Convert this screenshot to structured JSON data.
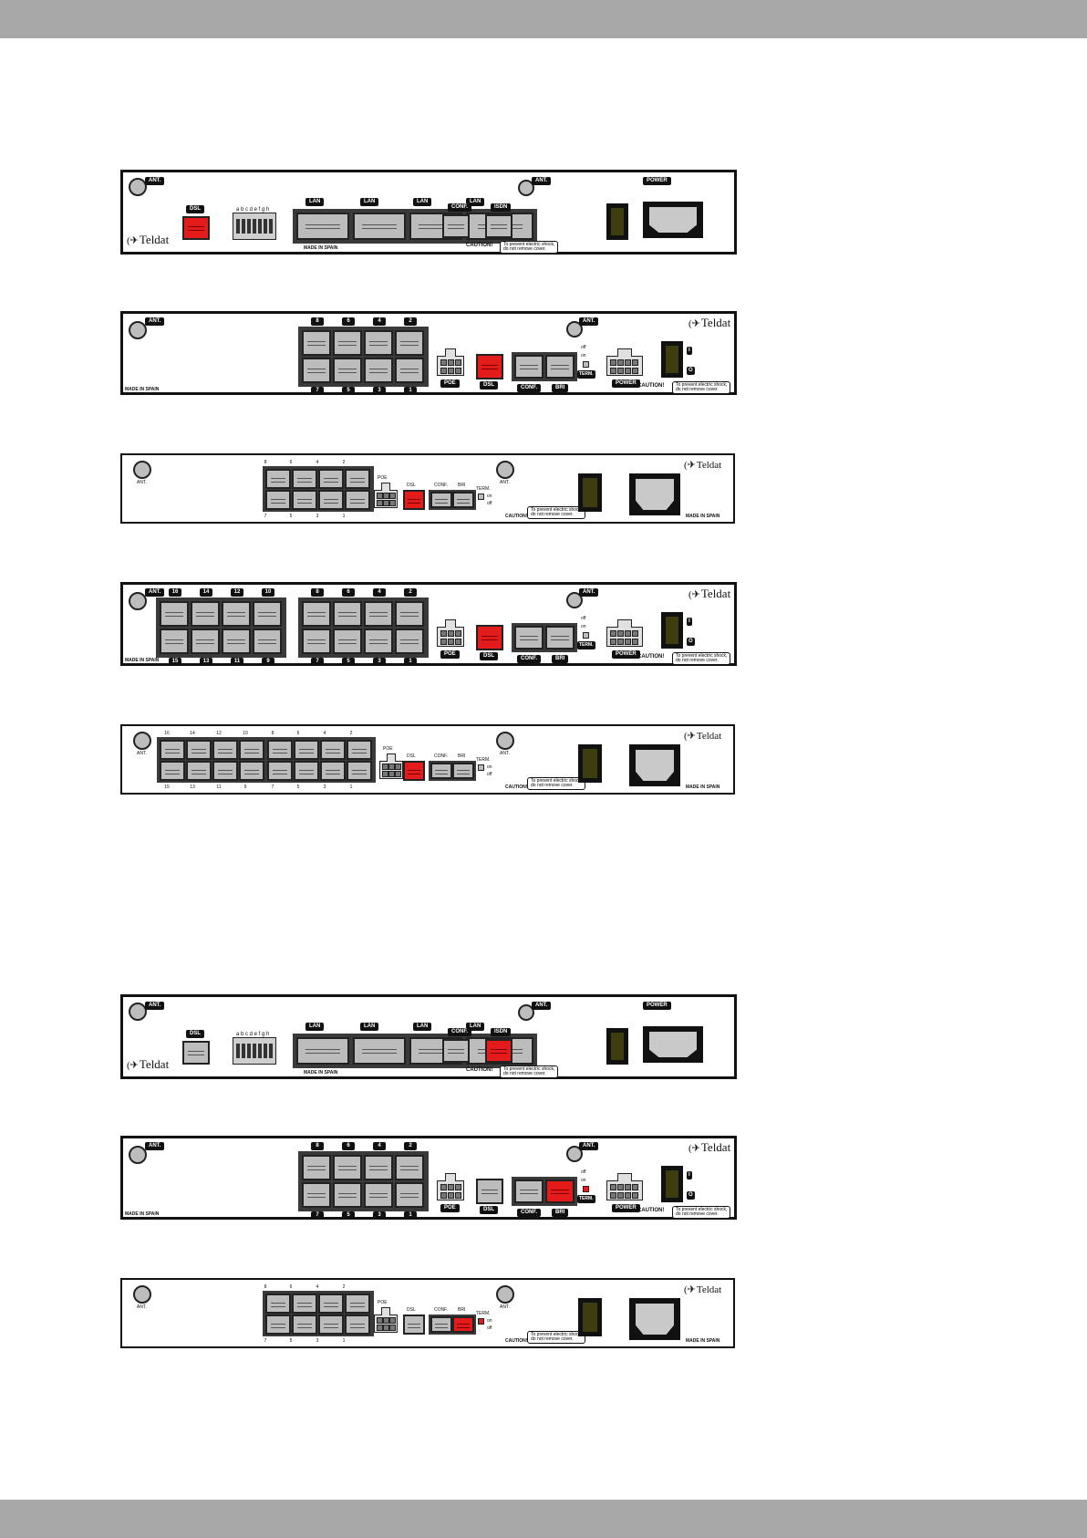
{
  "labels": {
    "ant": "ANT.",
    "dsl": "DSL",
    "conf": "CONF.",
    "isdn": "ISDN",
    "power": "POWER",
    "poe": "POE",
    "bri": "BRI",
    "term": "TERM.",
    "on": "on",
    "off": "off",
    "lan": "LAN",
    "made_in_spain": "MADE IN SPAIN",
    "caution": "CAUTION!",
    "caution_text_1": "To prevent electric shock,",
    "caution_text_2": "do not remove cover.",
    "dip_letters": "a b c d e f g h",
    "brand": "Teldat",
    "switch_on": "I",
    "switch_off": "O"
  },
  "port_numbers": {
    "top8": [
      "8",
      "6",
      "4",
      "2"
    ],
    "bottom8": [
      "7",
      "5",
      "3",
      "1"
    ],
    "top16": [
      "16",
      "14",
      "12",
      "10"
    ],
    "bottom16": [
      "15",
      "13",
      "11",
      "9"
    ]
  },
  "colors": {
    "active_port": "#e31b1b",
    "inactive_port": "#bcbcbc",
    "band": "#a8a8a8"
  }
}
